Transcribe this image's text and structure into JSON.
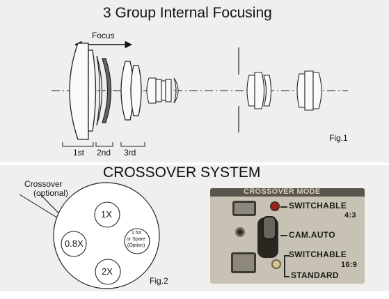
{
  "top": {
    "title": "3 Group Internal Focusing",
    "focus_label": "Focus",
    "groups": [
      "1st",
      "2nd",
      "3rd"
    ],
    "fig": "Fig.1"
  },
  "bottom": {
    "title": "CROSSOVER SYSTEM",
    "callout_line1": "Crossover",
    "callout_line2": "(optional)",
    "positions": [
      "1X",
      "0.8X",
      "2X"
    ],
    "spare_lines": [
      "1.5X",
      "or Spare",
      "(Option)"
    ],
    "fig": "Fig.2"
  },
  "photo": {
    "header": "CROSSOVER MODE",
    "switchable1_line1": "SWITCHABLE",
    "switchable1_line2": "4:3",
    "cam_auto": "CAM.AUTO",
    "switchable2_line1": "SWITCHABLE",
    "switchable2_line2": "16:9",
    "standard": "STANDARD"
  },
  "colors": {
    "panel_bg": "#f0efed",
    "red_led": "#a0201a",
    "yellow_led": "#d8c890",
    "dark_lens": "#666666"
  }
}
